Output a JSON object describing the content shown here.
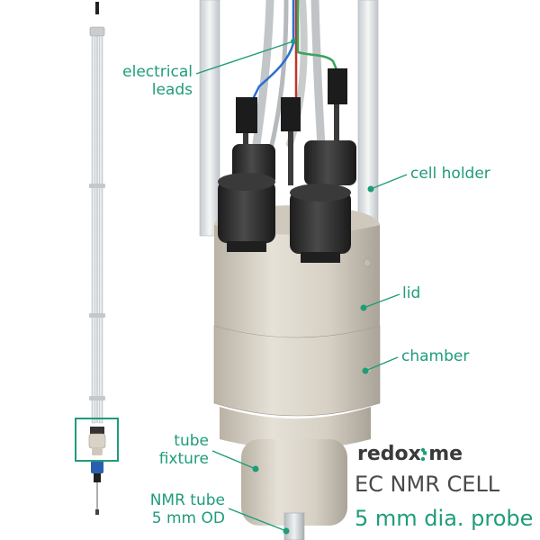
{
  "labels": {
    "electrical_leads": [
      "electrical",
      "leads"
    ],
    "cell_holder": "cell holder",
    "lid": "lid",
    "chamber": "chamber",
    "tube_fixture": [
      "tube",
      "fixture"
    ],
    "nmr_tube": [
      "NMR tube",
      "5 mm OD"
    ]
  },
  "brand": {
    "name_left": "redox",
    "name_dot": "·",
    "name_right": "me"
  },
  "title": {
    "main": "EC NMR CELL",
    "sub": "5 mm dia. probe"
  },
  "colors": {
    "accent": "#1f9c7a",
    "cell_body": "#dcd6ca",
    "cap": "#2b2b2b",
    "rod": "#dfe3e6",
    "wire_blue": "#2a6fd1",
    "wire_red": "#c0342b",
    "wire_green": "#3aa35a"
  }
}
